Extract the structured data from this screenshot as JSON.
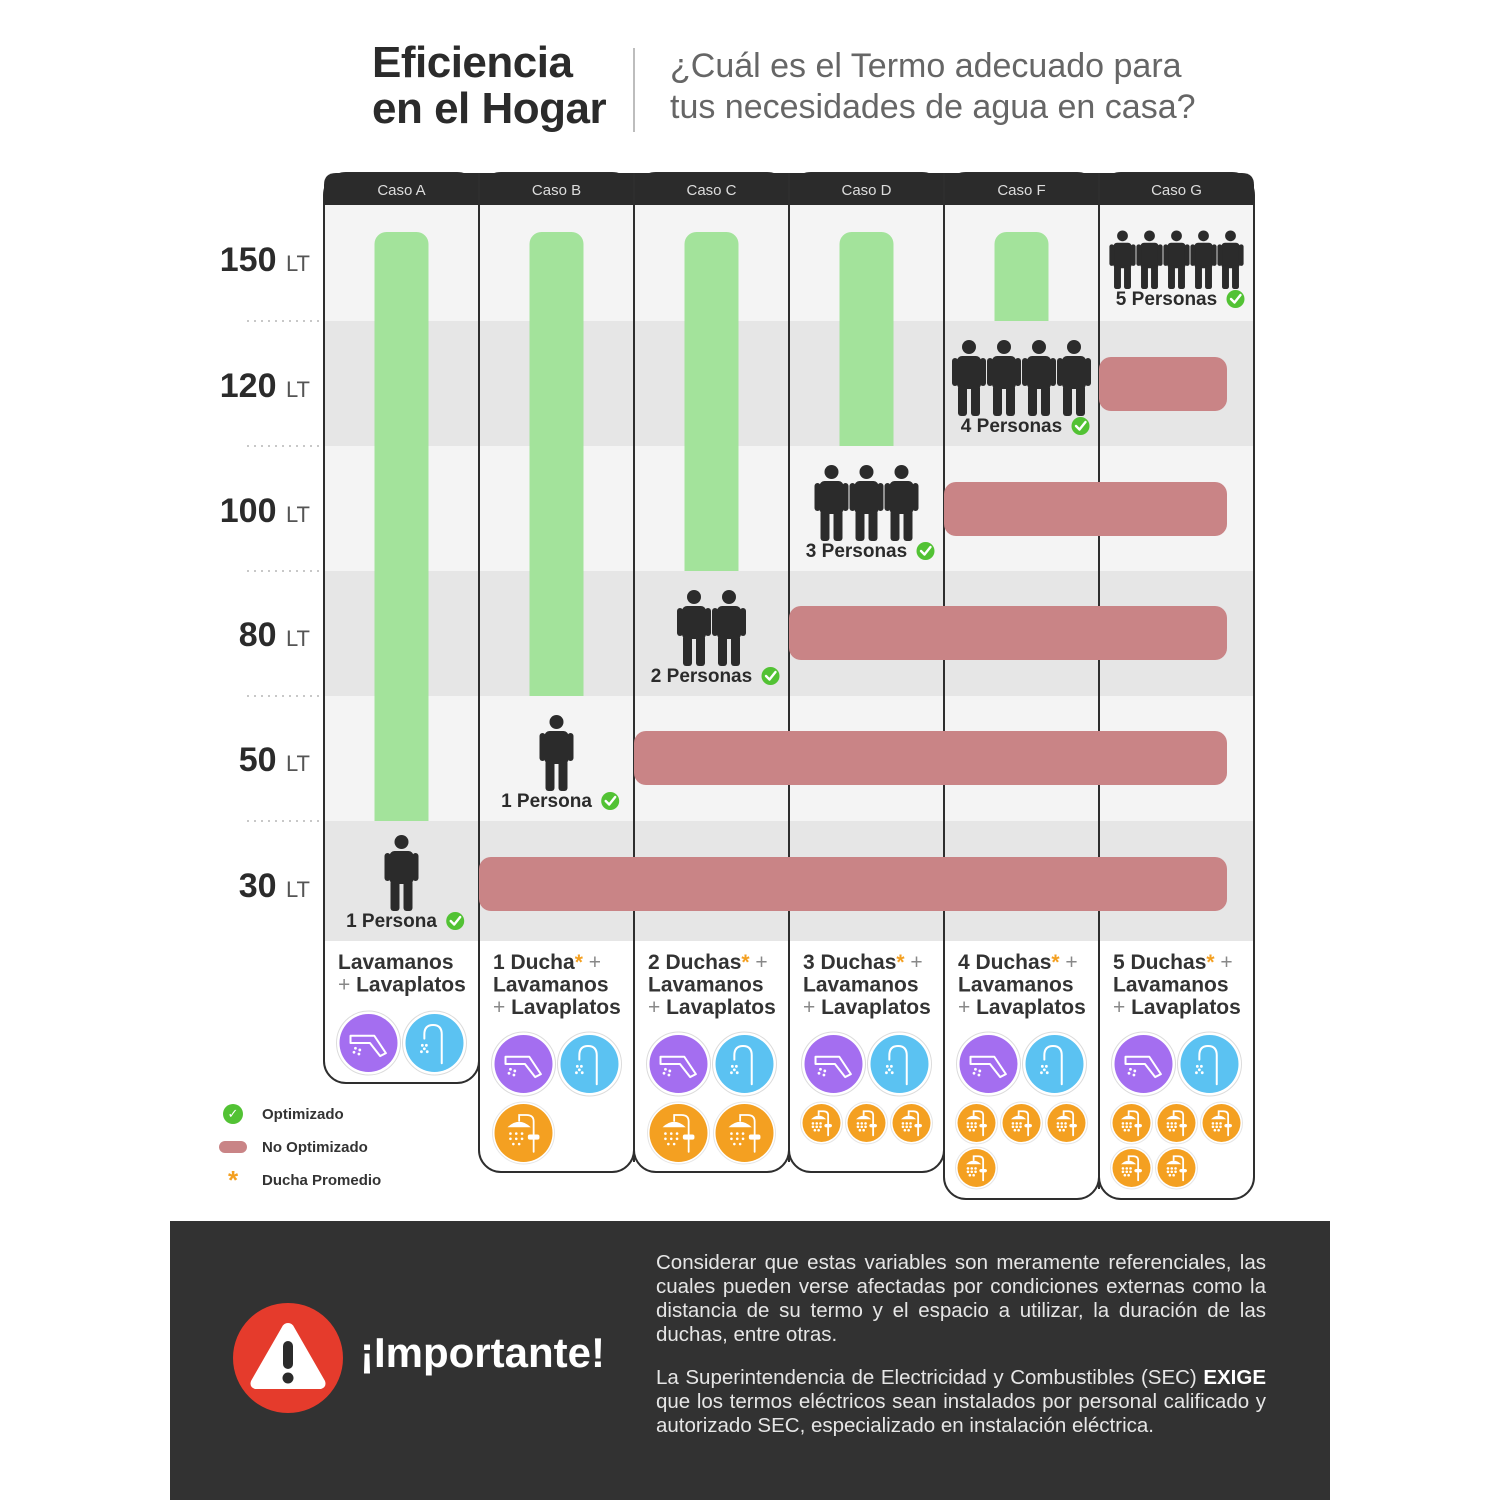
{
  "header": {
    "title_line1": "Eficiencia",
    "title_line2": "en el Hogar",
    "subtitle_line1": "¿Cuál es el Termo adecuado para",
    "subtitle_line2": "tus necesidades de agua en casa?"
  },
  "colors": {
    "optimized": "#a3e39b",
    "not_optimized": "#c98486",
    "check": "#52c234",
    "header_bar": "#2b2b2b",
    "shower_icon": "#f4a021",
    "faucet_icon": "#a46ef0",
    "sink_icon": "#5bc2f2"
  },
  "chart_data": {
    "type": "table",
    "levels": [
      {
        "value": "150",
        "unit": "LT"
      },
      {
        "value": "120",
        "unit": "LT"
      },
      {
        "value": "100",
        "unit": "LT"
      },
      {
        "value": "80",
        "unit": "LT"
      },
      {
        "value": "50",
        "unit": "LT"
      },
      {
        "value": "30",
        "unit": "LT"
      }
    ],
    "cases": [
      {
        "name": "Caso A",
        "people": 1,
        "people_label": "1 Persona",
        "optimal_liters": 30,
        "fixtures": [
          [
            {
              "t": "",
              "c": "Lavamanos"
            }
          ],
          [
            {
              "t": "+ ",
              "c": "Lavaplatos"
            }
          ]
        ],
        "icons": {
          "lavamanos": 1,
          "lavaplatos": 1,
          "duchas": 0
        }
      },
      {
        "name": "Caso B",
        "people": 1,
        "people_label": "1 Persona",
        "optimal_liters": 50,
        "fixtures": [
          [
            {
              "t": "1 Ducha",
              "c": ""
            },
            {
              "t": "*",
              "c": "star"
            },
            {
              "t": " +",
              "c": "plus"
            }
          ],
          [
            {
              "t": "",
              "c": "Lavamanos"
            }
          ],
          [
            {
              "t": "+ ",
              "c": "Lavaplatos"
            }
          ]
        ],
        "icons": {
          "lavamanos": 1,
          "lavaplatos": 1,
          "duchas": 1
        }
      },
      {
        "name": "Caso C",
        "people": 2,
        "people_label": "2 Personas",
        "optimal_liters": 80,
        "fixtures": [
          [
            {
              "t": "2 Duchas",
              "c": ""
            },
            {
              "t": "*",
              "c": "star"
            },
            {
              "t": " +",
              "c": "plus"
            }
          ],
          [
            {
              "t": "",
              "c": "Lavamanos"
            }
          ],
          [
            {
              "t": "+ ",
              "c": "Lavaplatos"
            }
          ]
        ],
        "icons": {
          "lavamanos": 1,
          "lavaplatos": 1,
          "duchas": 2
        }
      },
      {
        "name": "Caso D",
        "people": 3,
        "people_label": "3 Personas",
        "optimal_liters": 100,
        "fixtures": [
          [
            {
              "t": "3 Duchas",
              "c": ""
            },
            {
              "t": "*",
              "c": "star"
            },
            {
              "t": " +",
              "c": "plus"
            }
          ],
          [
            {
              "t": "",
              "c": "Lavamanos"
            }
          ],
          [
            {
              "t": "+ ",
              "c": "Lavaplatos"
            }
          ]
        ],
        "icons": {
          "lavamanos": 1,
          "lavaplatos": 1,
          "duchas": 3
        }
      },
      {
        "name": "Caso F",
        "people": 4,
        "people_label": "4 Personas",
        "optimal_liters": 120,
        "fixtures": [
          [
            {
              "t": "4 Duchas",
              "c": ""
            },
            {
              "t": "*",
              "c": "star"
            },
            {
              "t": " +",
              "c": "plus"
            }
          ],
          [
            {
              "t": "",
              "c": "Lavamanos"
            }
          ],
          [
            {
              "t": "+ ",
              "c": "Lavaplatos"
            }
          ]
        ],
        "icons": {
          "lavamanos": 1,
          "lavaplatos": 1,
          "duchas": 4
        }
      },
      {
        "name": "Caso G",
        "people": 5,
        "people_label": "5 Personas",
        "optimal_liters": 150,
        "fixtures": [
          [
            {
              "t": "5 Duchas",
              "c": ""
            },
            {
              "t": "*",
              "c": "star"
            },
            {
              "t": " +",
              "c": "plus"
            }
          ],
          [
            {
              "t": "",
              "c": "Lavamanos"
            }
          ],
          [
            {
              "t": "+ ",
              "c": "Lavaplatos"
            }
          ]
        ],
        "icons": {
          "lavamanos": 1,
          "lavaplatos": 1,
          "duchas": 5
        }
      }
    ]
  },
  "legend": {
    "optimized": "Optimizado",
    "not_optimized": "No Optimizado",
    "average_shower": "Ducha Promedio"
  },
  "important": {
    "title": "¡Importante!",
    "paragraph1": "Considerar que estas variables son meramente referenciales, las cuales pueden verse afectadas por condiciones externas como la distancia de su termo y el espacio a utilizar, la duración de las duchas, entre otras.",
    "paragraph2_strong": "EXIGE",
    "paragraph2_before": "La Superintendencia de Electricidad y Combustibles (SEC) ",
    "paragraph2_after": " que los termos eléctricos sean instalados por personal calificado y autorizado SEC, especializado en instalación eléctrica."
  }
}
